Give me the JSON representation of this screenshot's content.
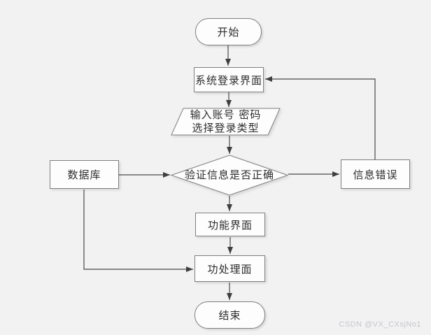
{
  "page": {
    "watermark": "CSDN @VX_CXsjNo1"
  },
  "colors": {
    "background": "#f2f2f3",
    "node_fill": "#fdfdfd",
    "node_border": "#7f7f7f",
    "connector": "#4a4a4a",
    "text": "#2d2d2d",
    "watermark": "#c6c6cc"
  },
  "flowchart": {
    "nodes": {
      "start": {
        "label": "开始",
        "shape": "terminator"
      },
      "login_screen": {
        "label": "系统登录界面",
        "shape": "process"
      },
      "input": {
        "label_line1": "输入账号 密码",
        "label_line2": "选择登录类型",
        "shape": "input-output"
      },
      "verify": {
        "label": "验证信息是否正确",
        "shape": "decision"
      },
      "database": {
        "label": "数据库",
        "shape": "process"
      },
      "error": {
        "label": "信息错误",
        "shape": "process"
      },
      "function_ui": {
        "label": "功能界面",
        "shape": "process"
      },
      "processing": {
        "label": "功处理面",
        "shape": "process"
      },
      "end": {
        "label": "结束",
        "shape": "terminator"
      }
    },
    "edges": [
      {
        "from": "start",
        "to": "login_screen"
      },
      {
        "from": "login_screen",
        "to": "input"
      },
      {
        "from": "input",
        "to": "verify"
      },
      {
        "from": "database",
        "to": "verify"
      },
      {
        "from": "verify",
        "to": "error"
      },
      {
        "from": "error",
        "to": "login_screen"
      },
      {
        "from": "verify",
        "to": "function_ui"
      },
      {
        "from": "function_ui",
        "to": "processing"
      },
      {
        "from": "database",
        "to": "processing"
      },
      {
        "from": "processing",
        "to": "end"
      }
    ]
  }
}
